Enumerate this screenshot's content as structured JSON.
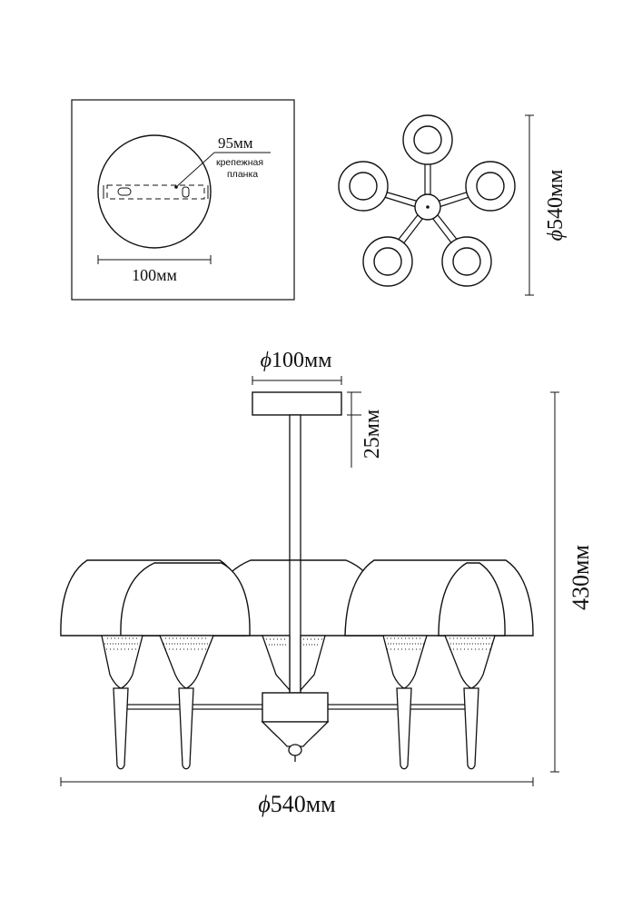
{
  "mount_detail": {
    "bracket_length": "95мм",
    "bracket_note_line1": "крепежная",
    "bracket_note_line2": "планка",
    "plate_width": "100мм"
  },
  "top_view": {
    "diameter": "540мм",
    "diameter_symbol": "ϕ"
  },
  "front_view": {
    "canopy_diameter": "100мм",
    "canopy_symbol": "ϕ",
    "canopy_height": "25мм",
    "total_height": "430мм",
    "overall_diameter": "540мм",
    "overall_symbol": "ϕ"
  },
  "colors": {
    "line": "#111111",
    "background": "#ffffff"
  }
}
